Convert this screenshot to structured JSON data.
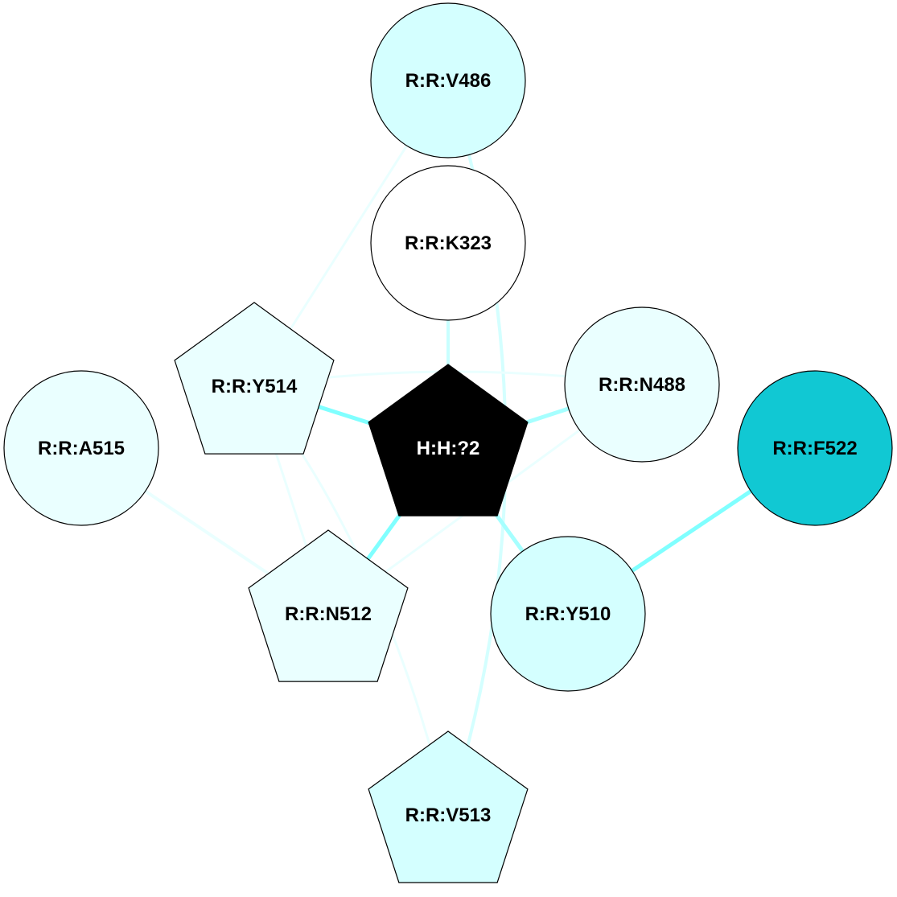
{
  "diagram": {
    "nodes": [
      {
        "id": "V486",
        "label": "R:R:V486",
        "shape": "circle",
        "fill": "#d4ffff",
        "text_color": "#000000"
      },
      {
        "id": "K323",
        "label": "R:R:K323",
        "shape": "circle",
        "fill": "#ffffff",
        "text_color": "#000000"
      },
      {
        "id": "Y514",
        "label": "R:R:Y514",
        "shape": "pentagon",
        "fill": "#eaffff",
        "text_color": "#000000"
      },
      {
        "id": "N488",
        "label": "R:R:N488",
        "shape": "circle",
        "fill": "#eaffff",
        "text_color": "#000000"
      },
      {
        "id": "A515",
        "label": "R:R:A515",
        "shape": "circle",
        "fill": "#eaffff",
        "text_color": "#000000"
      },
      {
        "id": "H2",
        "label": "H:H:?2",
        "shape": "pentagon",
        "fill": "#000000",
        "text_color": "#ffffff"
      },
      {
        "id": "F522",
        "label": "R:R:F522",
        "shape": "circle",
        "fill": "#11c8d3",
        "text_color": "#000000"
      },
      {
        "id": "N512",
        "label": "R:R:N512",
        "shape": "pentagon",
        "fill": "#eaffff",
        "text_color": "#000000"
      },
      {
        "id": "Y510",
        "label": "R:R:Y510",
        "shape": "circle",
        "fill": "#d4ffff",
        "text_color": "#000000"
      },
      {
        "id": "V513",
        "label": "R:R:V513",
        "shape": "pentagon",
        "fill": "#d4ffff",
        "text_color": "#000000"
      }
    ],
    "edges": [
      {
        "source": "V486",
        "target": "Y514",
        "color": "#eaffff",
        "width": 3
      },
      {
        "source": "V486",
        "target": "V513",
        "color": "#d4ffff",
        "width": 4
      },
      {
        "source": "Y514",
        "target": "N488",
        "color": "#eaffff",
        "width": 3
      },
      {
        "source": "Y514",
        "target": "N512",
        "color": "#eaffff",
        "width": 3
      },
      {
        "source": "Y514",
        "target": "V513",
        "color": "#eaffff",
        "width": 3
      },
      {
        "source": "N488",
        "target": "N512",
        "color": "#eaffff",
        "width": 3
      },
      {
        "source": "A515",
        "target": "N512",
        "color": "#eaffff",
        "width": 4
      },
      {
        "source": "K323",
        "target": "H2",
        "color": "#c8ffff",
        "width": 4
      },
      {
        "source": "Y514",
        "target": "H2",
        "color": "#80ffff",
        "width": 5
      },
      {
        "source": "N488",
        "target": "H2",
        "color": "#a6ffff",
        "width": 5
      },
      {
        "source": "N512",
        "target": "H2",
        "color": "#80ffff",
        "width": 5
      },
      {
        "source": "Y510",
        "target": "H2",
        "color": "#a6ffff",
        "width": 5
      },
      {
        "source": "F522",
        "target": "Y510",
        "color": "#80ffff",
        "width": 5
      }
    ]
  }
}
